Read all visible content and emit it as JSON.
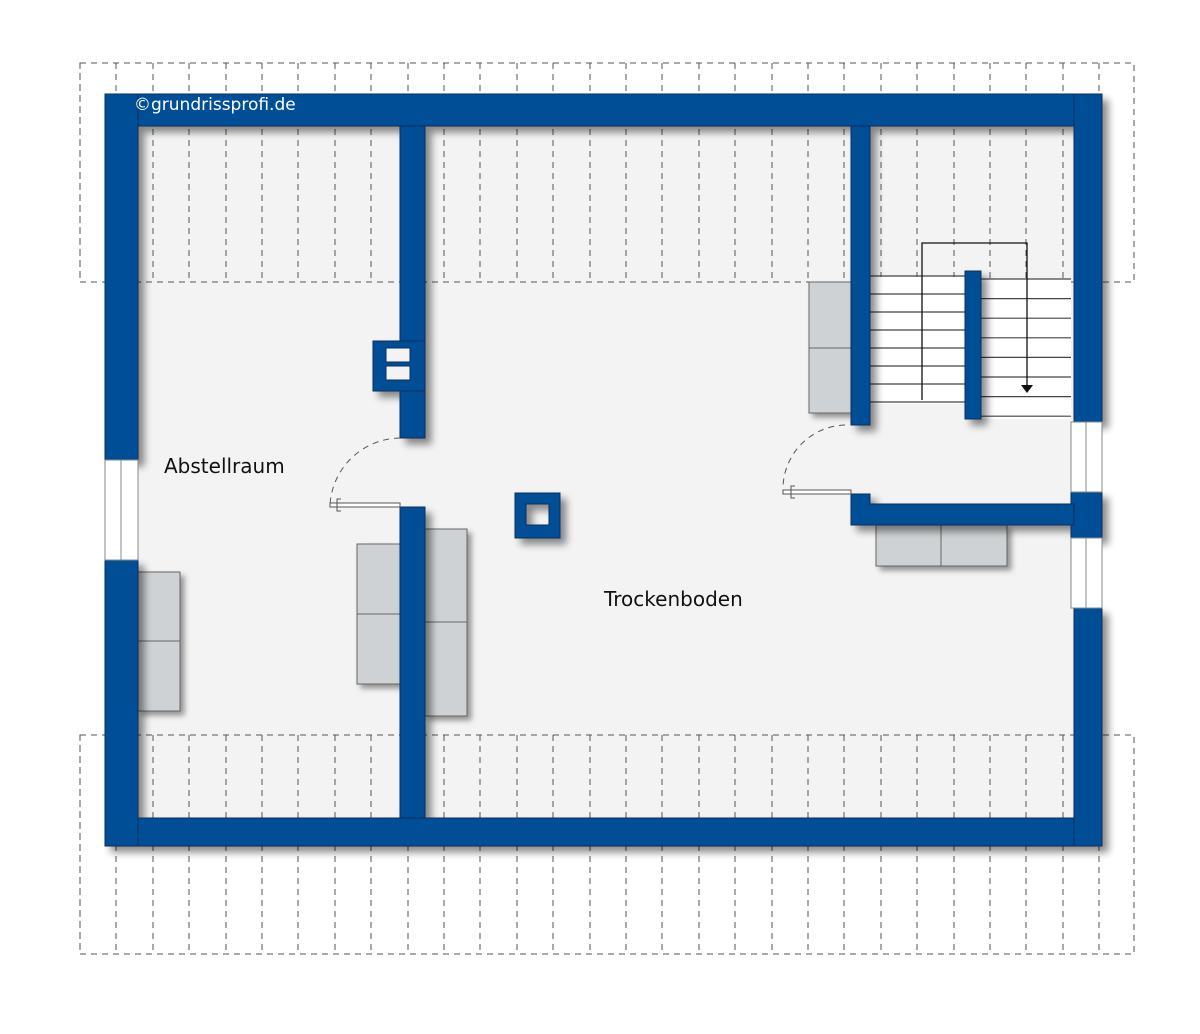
{
  "plan": {
    "copyright": "©grundrissprofi.de",
    "colors": {
      "wall": "#004f96",
      "wall_edge": "#0a2f5c",
      "floor": "#f3f3f3",
      "furniture": "#cfd2d4",
      "furniture_edge": "#666666",
      "window": "#ffffff",
      "dashed": "#555555",
      "background": "#ffffff"
    },
    "rooms": [
      {
        "id": "abstellraum",
        "name": "Abstellraum"
      },
      {
        "id": "trockenboden",
        "name": "Trockenboden"
      }
    ],
    "elements": {
      "doors": 2,
      "windows": 3,
      "staircase": "Treppe",
      "chimneys": 2
    }
  }
}
